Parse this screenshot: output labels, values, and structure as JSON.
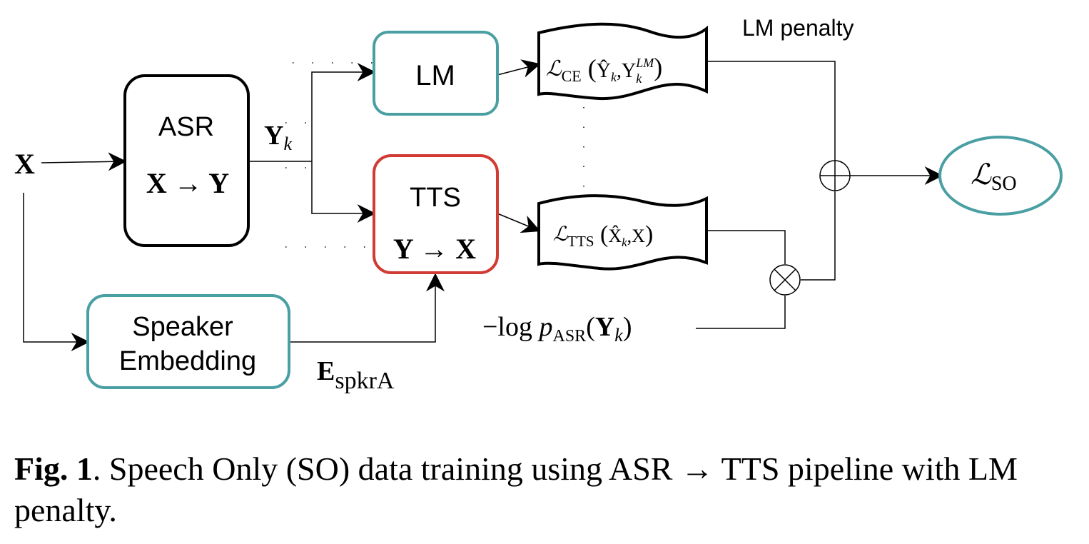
{
  "diagram": {
    "nodes": {
      "asr": {
        "title": "ASR",
        "mapping": "X → Y"
      },
      "lm": {
        "title": "LM"
      },
      "tts": {
        "title": "TTS",
        "mapping": "Y → X"
      },
      "speaker": {
        "line1": "Speaker",
        "line2": "Embedding"
      },
      "loss_ce": {
        "L": "ℒ",
        "sub": "CE",
        "arg1": "Ŷ",
        "arg1_sub": "k",
        "comma": ",",
        "arg2": "Y",
        "arg2_sub": "k",
        "arg2_sup": "LM"
      },
      "loss_tts": {
        "L": "ℒ",
        "sub": "TTS",
        "arg1": "X̂",
        "arg1_sub": "k",
        "comma": ",",
        "arg2": "X"
      },
      "loss_so": {
        "L": "ℒ",
        "sub": "SO"
      }
    },
    "labels": {
      "input_x": "X",
      "yk": "Y",
      "yk_sub": "k",
      "espkr": "E",
      "espkr_sub": "spkrA",
      "neglog": "−log ",
      "p": "p",
      "p_sub": "ASR",
      "paren_open": "(",
      "Y": "Y",
      "Y_sub": "k",
      "paren_close": ")",
      "lm_penalty": "LM penalty"
    },
    "operators": {
      "plus": "⊕",
      "times": "⊗"
    },
    "colors": {
      "teal": "#4a9fa3",
      "red": "#d13b33",
      "black": "#000000"
    }
  },
  "caption": {
    "label": "Fig. 1",
    "text": ". Speech Only (SO) data training using ASR → TTS pipeline with LM penalty."
  }
}
